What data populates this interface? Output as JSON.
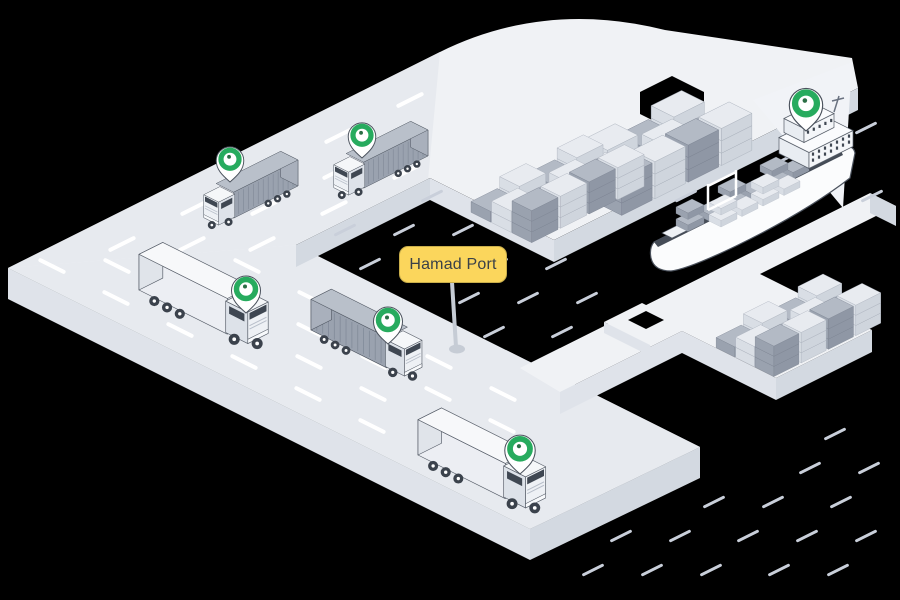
{
  "page": {
    "title": "Hamad Port isometric logistics map"
  },
  "sign": {
    "label": "Hamad Port"
  },
  "colors": {
    "water": "#000000",
    "land": "#f0f2f5",
    "road": "#e7eaef",
    "land_side_light": "#dfe3ea",
    "land_side_dark": "#d3d9e1",
    "lane_marking": "#ffffff",
    "water_dash": "#c9cfda",
    "container_dark": "#9aa2af",
    "container_light": "#e8ebf0",
    "pin_green": "#27ab5e",
    "sign_fill": "#fbd65c",
    "sign_border": "#c9ae4b",
    "sign_text": "#3a4148"
  },
  "scene": {
    "trucks": [
      {
        "id": "truck-1",
        "cargo": "dark container",
        "heading": "southwest",
        "pinned": true
      },
      {
        "id": "truck-2",
        "cargo": "dark container",
        "heading": "southwest",
        "pinned": true
      },
      {
        "id": "truck-3",
        "cargo": "white trailer",
        "heading": "southeast",
        "pinned": true
      },
      {
        "id": "truck-4",
        "cargo": "dark container",
        "heading": "southeast",
        "pinned": true
      },
      {
        "id": "truck-5",
        "cargo": "white trailer",
        "heading": "southeast",
        "pinned": true
      }
    ],
    "ship": {
      "id": "cargo-ship",
      "pinned": true
    },
    "container_stacks": [
      {
        "id": "container-stack-1"
      },
      {
        "id": "container-stack-2"
      },
      {
        "id": "container-stack-3"
      }
    ]
  }
}
